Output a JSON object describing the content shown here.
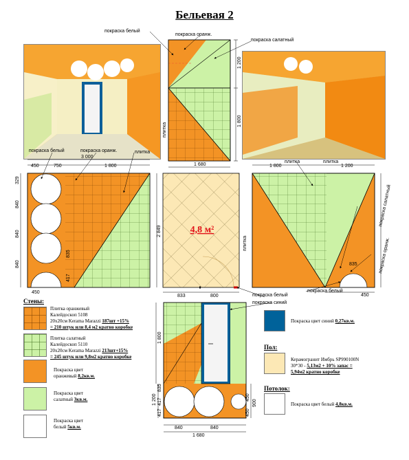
{
  "title": "Бельевая 2",
  "colors": {
    "orange": "#f39325",
    "green": "#ccf2a6",
    "blue": "#00629a",
    "beige": "#fce8b5",
    "white": "#ffffff"
  },
  "callouts": {
    "paint_white": "покраска белый",
    "paint_orange": "покраска оранж.",
    "paint_green": "покраска салатный",
    "tile": "плитка",
    "paint_white2": "покраска белый",
    "paint_orange2": "покраска оранж.",
    "tile2": "плитка",
    "tile3": "плитка",
    "tile4": "плитка",
    "tile5": "плитка",
    "paint_green2": "покраска салатный",
    "paint_orange3": "покраска оранж.",
    "paint_white3": "покраска белый",
    "paint_white4": "покраска белый",
    "paint_blue": "покраска синий"
  },
  "dims": {
    "d1200a": "1 200",
    "d1800a": "1 800",
    "d1680a": "1 680",
    "d450a": "450",
    "d750": "750",
    "d3000": "3 000",
    "d1800b": "1 800",
    "d329": "329",
    "d840a": "840",
    "d840b": "840",
    "d840c": "840",
    "d835a": "835",
    "d417a": "417",
    "d450b": "450",
    "d2849": "2 849",
    "d1800c": "1 800",
    "d1200b": "1 200",
    "d835b": "835",
    "d450c": "450",
    "d833": "833",
    "d800": "800",
    "d1800d": "1 800",
    "d1200c": "1 200",
    "d835c": "835",
    "d417b": "417",
    "d417c": "417",
    "d450d": "450",
    "d450e": "450",
    "d900": "900",
    "d840d": "840",
    "d840e": "840",
    "d1680b": "1 680"
  },
  "floor_area": "4,8 м²",
  "legend": {
    "walls_heading": "Стены:",
    "tile_orange": [
      "Плитка оранжевый",
      "Калейдоскоп 5108",
      "20х20см  Kerama Marazzi ",
      "187шт +15%",
      "= 210 штук или 8,4 м2 кратно коробке"
    ],
    "tile_green": [
      "Плитка салатный",
      "Калейдоскоп 5110",
      "20х20см  Kerama Marazzi ",
      "213шт+15%",
      "= 245 штук или 9,8м2 кратно коробке"
    ],
    "paint_orange": [
      "Покраска  цвет",
      "оранжевый ",
      "8,2кв.м."
    ],
    "paint_green": [
      "Покраска цвет",
      "салатный ",
      "3кв.м."
    ],
    "paint_white": [
      "Покраска цвет",
      "белый ",
      "5кв.м."
    ],
    "paint_blue": [
      "Покраска цвет синий ",
      "0,27кв.м."
    ],
    "floor_heading": "Пол:",
    "floor": [
      "Керамогранит Имбрь SP990100N",
      "30*30 - ",
      "5,13м2",
      " + 10% запас =",
      "5,94м2 кратно коробке"
    ],
    "ceiling_heading": "Потолок:",
    "ceiling": [
      "Покраска цвет белый ",
      "4,8кв.м."
    ]
  }
}
